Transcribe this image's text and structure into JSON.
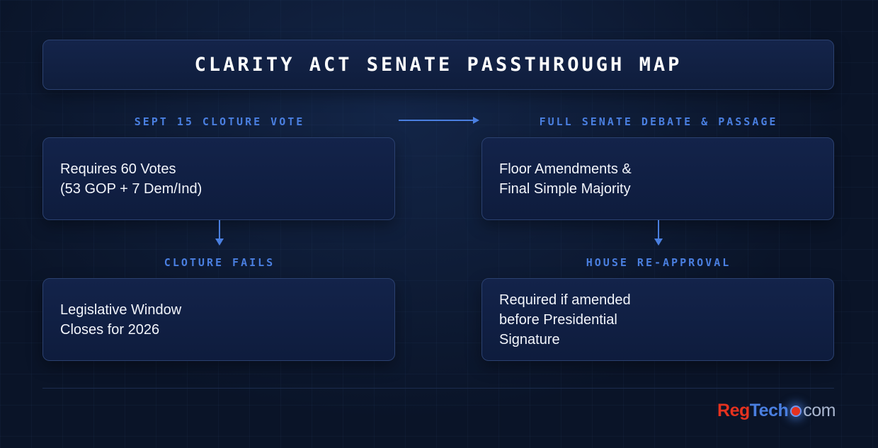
{
  "header": {
    "title": "CLARITY ACT SENATE PASSTHROUGH MAP"
  },
  "flow": {
    "stages": [
      {
        "label": "SEPT 15 CLOTURE VOTE",
        "lines": [
          "Requires 60 Votes",
          "(53 GOP + 7 Dem/Ind)"
        ]
      },
      {
        "label": "FULL SENATE DEBATE & PASSAGE",
        "lines": [
          "Floor Amendments &",
          "Final Simple Majority"
        ]
      },
      {
        "label": "CLOTURE FAILS",
        "lines": [
          "Legislative Window",
          "Closes for 2026"
        ]
      },
      {
        "label": "HOUSE RE-APPROVAL",
        "lines": [
          "Required if amended",
          "before Presidential",
          "Signature"
        ]
      }
    ],
    "connectors": [
      {
        "from": "SEPT 15 CLOTURE VOTE",
        "to": "FULL SENATE DEBATE & PASSAGE"
      },
      {
        "from": "SEPT 15 CLOTURE VOTE",
        "to": "CLOTURE FAILS"
      },
      {
        "from": "FULL SENATE DEBATE & PASSAGE",
        "to": "HOUSE RE-APPROVAL"
      }
    ]
  },
  "footer": {
    "brand": {
      "part1": "Reg",
      "part2": "Tech",
      "part3": "com"
    }
  },
  "colors": {
    "background": "#0a1428",
    "accent": "#4a7fe0",
    "brand_red": "#e5321f",
    "card_border": "#2b4170",
    "text": "#f2f5fb"
  }
}
